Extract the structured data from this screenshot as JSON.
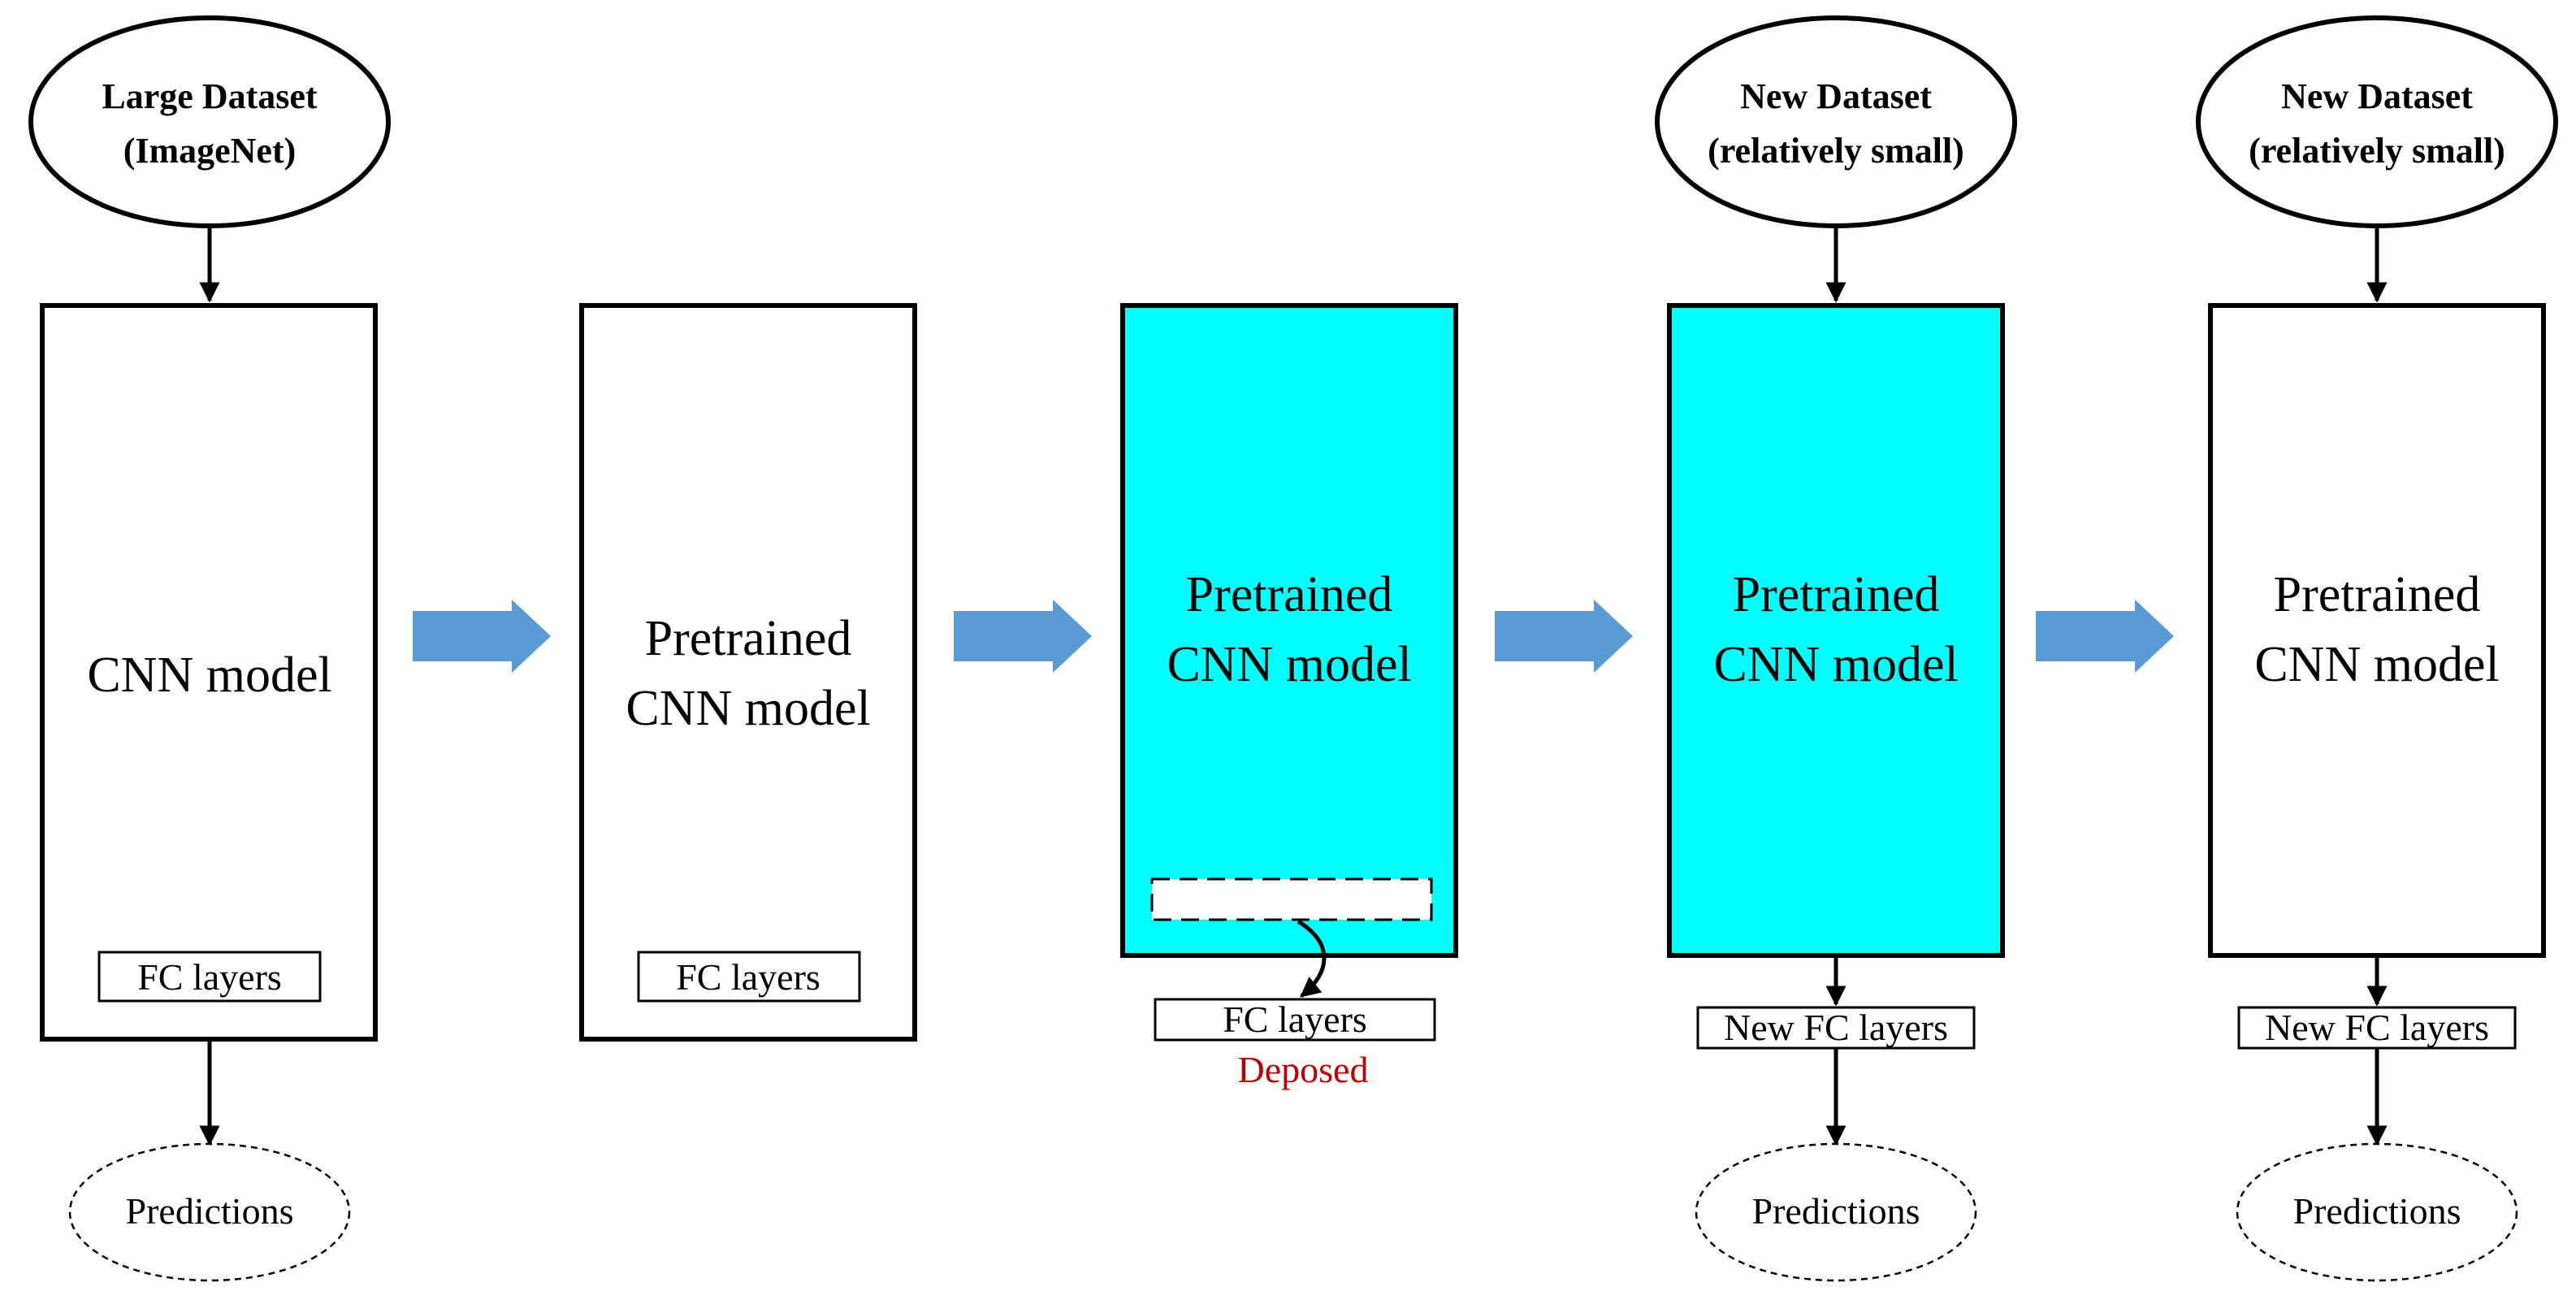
{
  "stages": [
    {
      "input": [
        "Large Dataset",
        "(ImageNet)"
      ],
      "model": [
        "CNN model"
      ],
      "fc": "FC layers",
      "output": "Predictions"
    },
    {
      "model": [
        "Pretrained",
        "CNN model"
      ],
      "fc": "FC layers"
    },
    {
      "model": [
        "Pretrained",
        "CNN model"
      ],
      "fc": "FC layers",
      "fc_note": "Deposed"
    },
    {
      "input": [
        "New Dataset",
        "(relatively small)"
      ],
      "model": [
        "Pretrained",
        "CNN model"
      ],
      "fc": "New FC layers",
      "output": "Predictions"
    },
    {
      "input": [
        "New Dataset",
        "(relatively small)"
      ],
      "model": [
        "Pretrained",
        "CNN model"
      ],
      "fc": "New FC layers",
      "output": "Predictions"
    }
  ],
  "colors": {
    "frozen_fill": "#00ffff",
    "flow_arrow": "#5b9bd5",
    "deposed_text": "#c00000"
  }
}
